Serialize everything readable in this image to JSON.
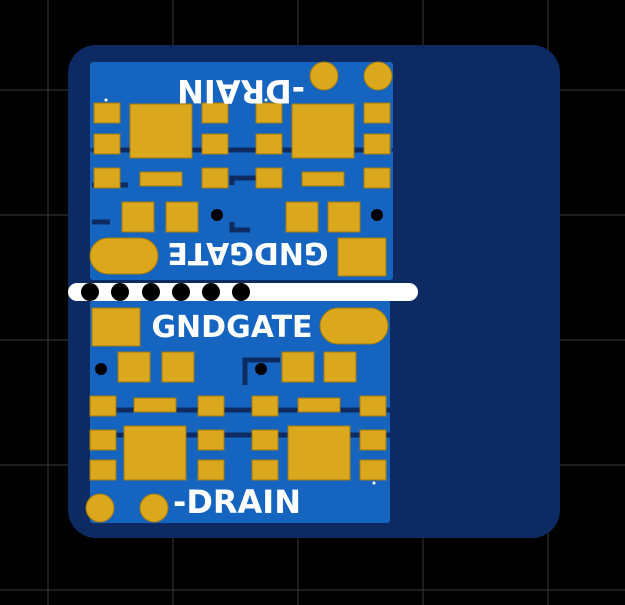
{
  "board": {
    "colors": {
      "background": "#000000",
      "grid": "#3a3a3a",
      "board_outline": "#0d2a63",
      "copper_pour": "#1565c0",
      "pad_gold": "#dba81d",
      "pad_outline": "#a07a10",
      "silkscreen": "#ffffff",
      "drill": "#000000"
    },
    "labels": {
      "top_drain": "-DRAIN",
      "top_gndgate": "GNDGATE",
      "bottom_gndgate": "GNDGATE",
      "bottom_drain": "-DRAIN"
    },
    "drill_holes_count": 6
  }
}
